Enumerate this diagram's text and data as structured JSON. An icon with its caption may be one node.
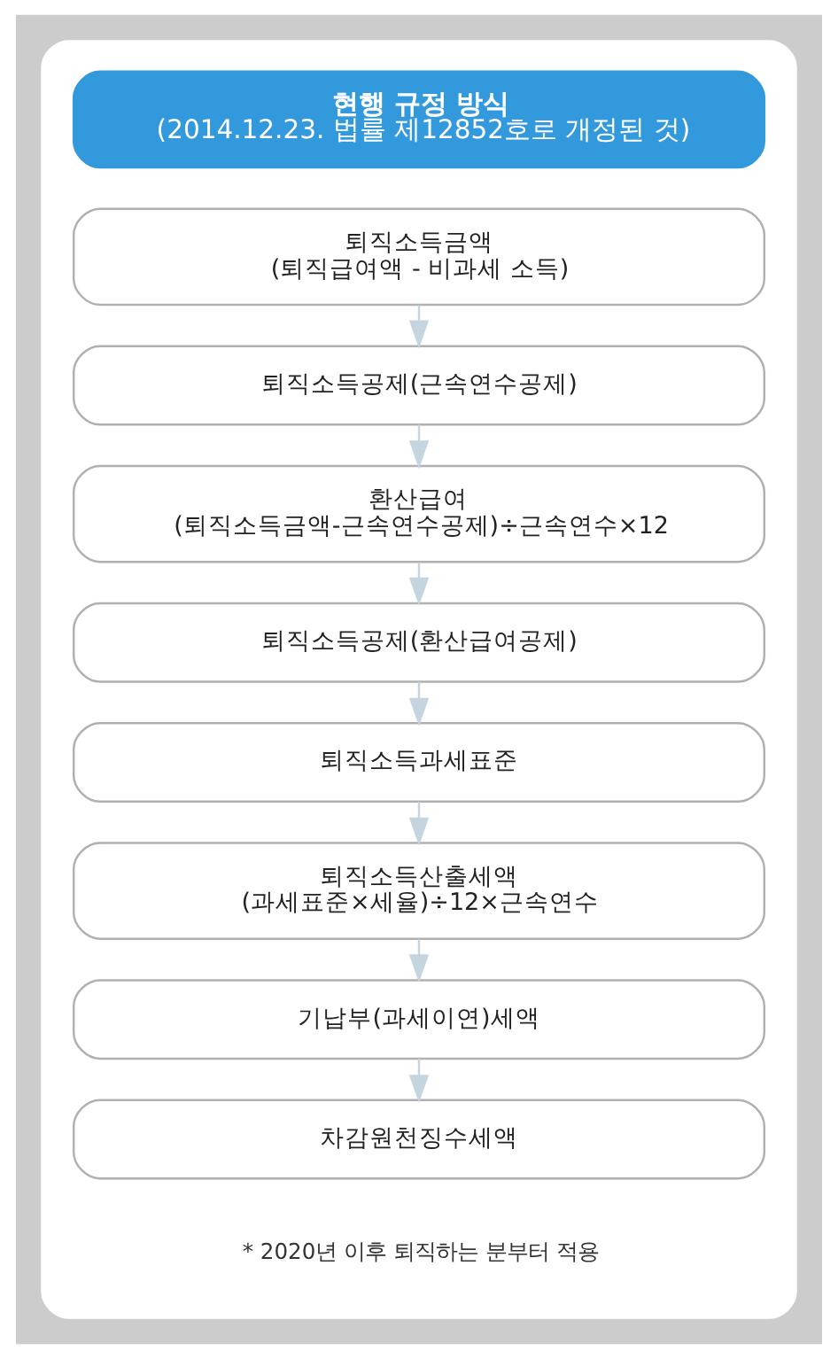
{
  "diagram": {
    "nodes": [
      {
        "text": [],
        "shape": "box"
      },
      {
        "text": [
          "현행 규정 방식",
          "(2014.12.23. 법률 제12852호로 개정된 것)"
        ],
        "in": 0
      },
      {
        "text": [
          "퇴직소득금액",
          "(퇴직급여액 - 비과세 소득)"
        ],
        "in": 0
      },
      {
        "text": [
          "퇴직소득공제(근속연수공제)"
        ],
        "in": 0
      },
      {
        "text": [
          "환산급여",
          "(퇴직소득금액-근속연수공제)÷근속연수×12"
        ],
        "in": 0
      },
      {
        "text": [
          "퇴직소득공제(환산급여공제)"
        ],
        "in": 0
      },
      {
        "text": [
          "퇴직소득과세표준"
        ],
        "in": 0
      },
      {
        "text": [
          "퇴직소득산출세액",
          "(과세표준×세율)÷12×근속연수"
        ],
        "in": 0
      },
      {
        "text": [
          "기납부(과세이연)세액"
        ],
        "in": 0
      },
      {
        "text": [
          "차감원천징수세액"
        ],
        "in": 0
      }
    ],
    "edges": [
      {
        "from": 2,
        "to": 3,
        "arrow": "to"
      },
      {
        "from": 3,
        "to": 4,
        "arrow": "to"
      },
      {
        "from": 4,
        "to": 5,
        "arrow": "to"
      },
      {
        "from": 5,
        "to": 6,
        "arrow": "to"
      },
      {
        "from": 6,
        "to": 7,
        "arrow": "to"
      },
      {
        "from": 7,
        "to": 8,
        "arrow": "to"
      },
      {
        "from": 8,
        "to": 9,
        "arrow": "to"
      }
    ],
    "labels": [
      "* 2020년 이후 퇴직하는 분부터 적용"
    ]
  }
}
